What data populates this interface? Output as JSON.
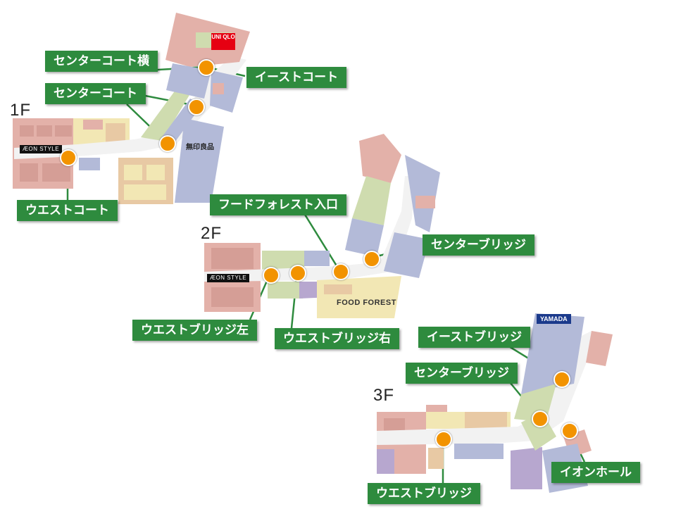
{
  "colors": {
    "accent": "#2e8b3e",
    "marker": "#f29300",
    "corridor": "#f2f2f2",
    "zone_blue": "#b3bad8",
    "zone_pink": "#e3b1a9",
    "zone_green": "#cfdcaf",
    "zone_tan": "#e8c9a4",
    "zone_yellow": "#f2e7b4",
    "zone_purple": "#b7a7cf"
  },
  "floors": [
    {
      "label": "1F",
      "brands": {
        "aeon": "ÆON STYLE",
        "uniqlo": "UNI QLO",
        "muji": "無印良品"
      },
      "spots": [
        {
          "label": "センターコート横",
          "marker_icon": "orange-circle-marker"
        },
        {
          "label": "イーストコート",
          "marker_icon": "orange-circle-marker"
        },
        {
          "label": "センターコート",
          "marker_icon": "orange-circle-marker"
        },
        {
          "label": "ウエストコート",
          "marker_icon": "orange-circle-marker"
        }
      ]
    },
    {
      "label": "2F",
      "brands": {
        "aeon": "ÆON STYLE",
        "food": "FOOD FOREST"
      },
      "spots": [
        {
          "label": "フードフォレスト入口",
          "marker_icon": "orange-circle-marker"
        },
        {
          "label": "センターブリッジ",
          "marker_icon": "orange-circle-marker"
        },
        {
          "label": "ウエストブリッジ左",
          "marker_icon": "orange-circle-marker"
        },
        {
          "label": "ウエストブリッジ右",
          "marker_icon": "orange-circle-marker"
        }
      ]
    },
    {
      "label": "3F",
      "brands": {
        "yamada": "YAMADA"
      },
      "spots": [
        {
          "label": "イーストブリッジ",
          "marker_icon": "orange-circle-marker"
        },
        {
          "label": "センターブリッジ",
          "marker_icon": "orange-circle-marker"
        },
        {
          "label": "イオンホール",
          "marker_icon": "orange-circle-marker"
        },
        {
          "label": "ウエストブリッジ",
          "marker_icon": "orange-circle-marker"
        }
      ]
    }
  ]
}
